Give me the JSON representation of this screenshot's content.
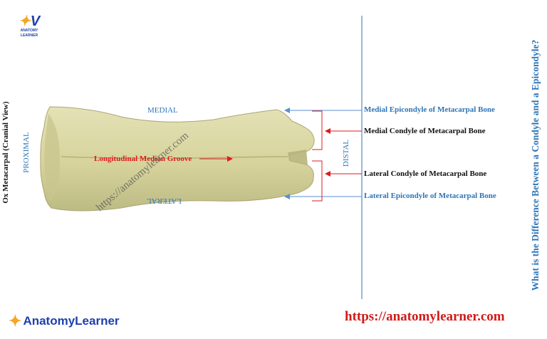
{
  "brand": {
    "top_logo_letter": "V",
    "top_logo_text_1": "ANATOMY",
    "top_logo_text_2": "LEARNER",
    "bottom_logo_text": "AnatomyLearner",
    "website": "https://anatomylearner.com",
    "watermark": "https://anatomylearner.com"
  },
  "figure": {
    "side_title": "Ox Metacarpal (Cranial View)",
    "right_question": "What is the Difference Between a Condyle and a Epicondyle?",
    "orientation": {
      "medial": "MEDIAL",
      "lateral": "LATERAL",
      "proximal": "PROXIMAL",
      "distal": "DISTAL"
    },
    "labels": {
      "groove": "Longitudinal Median Groove",
      "medial_epicondyle": "Medial Epicondyle of Metacarpal Bone",
      "medial_condyle": "Medial Condyle of Metacarpal Bone",
      "lateral_condyle": "Lateral Condyle of Metacarpal Bone",
      "lateral_epicondyle": "Lateral Epicondyle of Metacarpal Bone"
    }
  },
  "colors": {
    "blue_text": "#2e75b6",
    "red_text": "#e01b1b",
    "bone_fill": "#d8d5a0",
    "brand_blue": "#1e40af",
    "brand_gold": "#f5a623"
  }
}
